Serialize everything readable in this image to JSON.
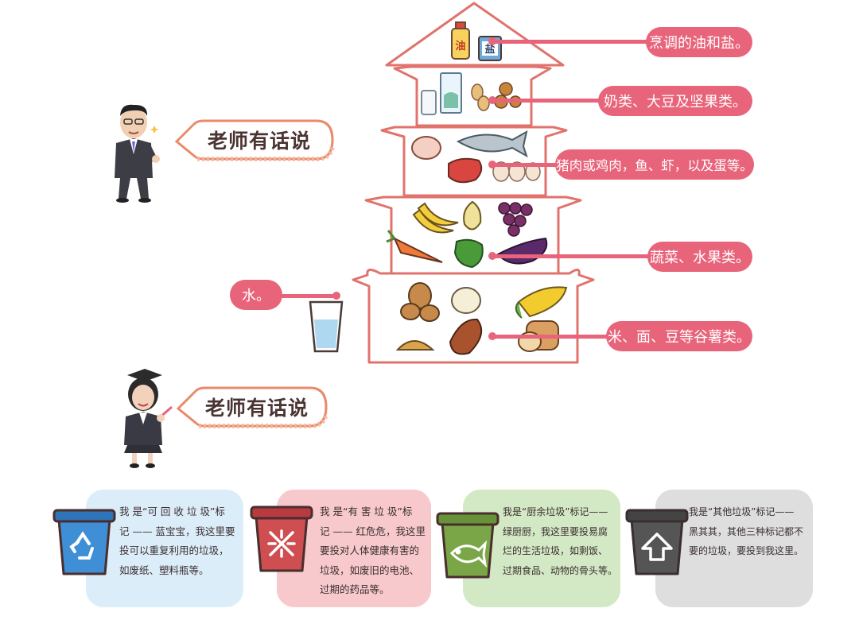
{
  "teacher_notes": [
    {
      "label": "老师有话说",
      "avatar_icon": "male-teacher-avatar-icon"
    },
    {
      "label": "老师有话说",
      "avatar_icon": "female-teacher-avatar-icon"
    }
  ],
  "pyramid": {
    "levels": [
      {
        "label": "烹调的油和盐。",
        "icons": [
          "oil-bottle-icon",
          "salt-box-icon"
        ]
      },
      {
        "label": "奶类、大豆及坚果类。",
        "icons": [
          "milk-glass-icon",
          "milk-carton-icon",
          "peanuts-icon",
          "nuts-icon"
        ]
      },
      {
        "label": "猪肉或鸡肉，鱼、虾，以及蛋等。",
        "icons": [
          "chicken-icon",
          "fish-icon",
          "meat-icon",
          "eggs-icon"
        ]
      },
      {
        "label": "蔬菜、水果类。",
        "icons": [
          "banana-icon",
          "pear-icon",
          "grapes-icon",
          "carrot-icon",
          "pepper-icon",
          "eggplant-icon"
        ]
      },
      {
        "label": "米、面、豆等谷薯类。",
        "icons": [
          "potato-icon",
          "bun-icon",
          "corn-icon",
          "grain-icon",
          "sweet-potato-icon",
          "bread-icon"
        ]
      }
    ],
    "water": {
      "label": "水。",
      "icon": "water-glass-icon"
    },
    "colors": {
      "accent": "#e8647a",
      "outline": "#e0736c"
    },
    "oil_label": "油",
    "salt_label": "盐"
  },
  "bins": [
    {
      "lines": [
        "我 是“可 回 收 垃 圾”标",
        "记 —— 蓝宝宝，我这里要",
        "投可以重复利用的垃圾，",
        "如废纸、塑料瓶等。"
      ],
      "bin_color": "#3f8fd6",
      "card_color": "#dcedfa",
      "icon": "recycle-icon"
    },
    {
      "lines": [
        "我 是“有 害 垃 圾”标",
        "记 —— 红危危，我这里",
        "要投对人体健康有害的",
        "垃圾，如废旧的电池、",
        "过期的药品等。"
      ],
      "bin_color": "#cf4e51",
      "card_color": "#f7c9cc",
      "icon": "hazard-icon"
    },
    {
      "lines": [
        "我是“厨余垃圾”标记——",
        "绿厨厨，我这里要投易腐",
        "烂的生活垃圾，如剩饭、",
        "过期食品、动物的骨头等。"
      ],
      "bin_color": "#7aa648",
      "card_color": "#d3e8c4",
      "icon": "fish-bone-icon"
    },
    {
      "lines": [
        "我是“其他垃圾”标记——",
        "黑其其，其他三种标记都不",
        "要的垃圾，要投到我这里。"
      ],
      "bin_color": "#555555",
      "card_color": "#dedede",
      "icon": "other-waste-icon"
    }
  ]
}
